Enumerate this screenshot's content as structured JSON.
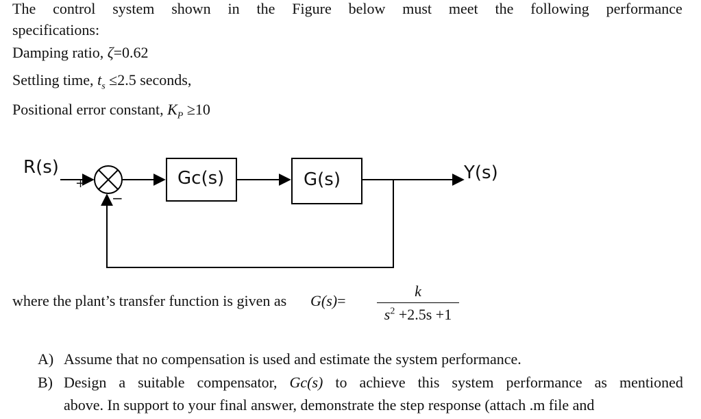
{
  "intro": {
    "line1_words": [
      "The",
      "control",
      "system",
      "shown",
      "in",
      "the",
      "Figure",
      "below",
      "must",
      "meet",
      "the",
      "following",
      "performance"
    ],
    "line2": "specifications:"
  },
  "specs": {
    "damping": {
      "label": "Damping ratio,",
      "symbol": "ζ",
      "relation": "=0.62"
    },
    "settling": {
      "label": "Settling time,",
      "symbol": "t",
      "subscript": "s",
      "relation": "≤2.5 seconds,"
    },
    "positional": {
      "label": "Positional error constant,",
      "symbol": "K",
      "subscript": "P",
      "relation": "≥10"
    }
  },
  "diagram": {
    "input_label": "R(s)",
    "plus_sign": "+",
    "minus_sign": "−",
    "controller_label": "Gc(s)",
    "plant_label": "G(s)",
    "output_label": "Y(s)"
  },
  "transfer_function": {
    "prefix": "where the plant’s transfer function is given as",
    "lhs": "G(s)",
    "equals": "=",
    "numerator": "k",
    "denominator_base": "s",
    "denominator_exp": "2",
    "denominator_rest": "+2.5s +1"
  },
  "questions": [
    {
      "marker": "A)",
      "text": "Assume that no compensation is used and estimate the system performance."
    },
    {
      "marker": "B)",
      "text_words": [
        "Design",
        "a",
        "suitable",
        "compensator,",
        "Gc(s)",
        "to",
        "achieve",
        "this",
        "system",
        "performance",
        "as",
        "mentioned"
      ]
    },
    {
      "continuation": "above. In support to your final answer, demonstrate the step response (attach .m file and"
    }
  ]
}
